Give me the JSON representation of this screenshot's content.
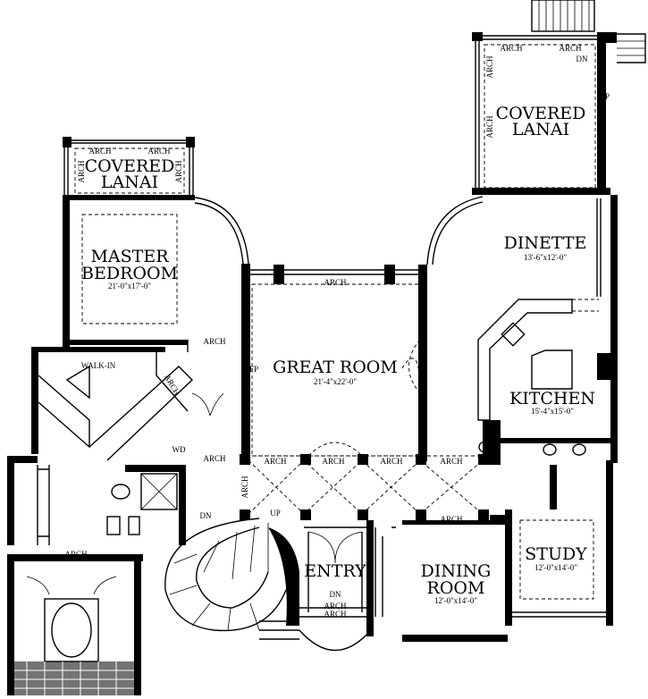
{
  "rooms": {
    "lanai_left": {
      "line1": "COVERED",
      "line2": "LANAI"
    },
    "lanai_right": {
      "line1": "COVERED",
      "line2": "LANAI"
    },
    "master": {
      "line1": "MASTER",
      "line2": "BEDROOM",
      "dims": "21'-0\"x17'-0\""
    },
    "great": {
      "name": "GREAT ROOM",
      "dims": "21'-4\"x22'-0\""
    },
    "dinette": {
      "name": "DINETTE",
      "dims": "13'-6\"x12'-0\""
    },
    "kitchen": {
      "name": "KITCHEN",
      "dims": "15'-4\"x15'-0\""
    },
    "entry": {
      "name": "ENTRY"
    },
    "dining": {
      "line1": "DINING",
      "line2": "ROOM",
      "dims": "12'-0\"x14'-0\""
    },
    "study": {
      "name": "STUDY",
      "dims": "12'-0\"x14'-0\""
    },
    "walkin": {
      "name": "WALK-IN"
    }
  },
  "labels": {
    "arch": "ARCH",
    "fp": "FP",
    "wd": "WD",
    "up": "UP",
    "dn": "DN"
  }
}
